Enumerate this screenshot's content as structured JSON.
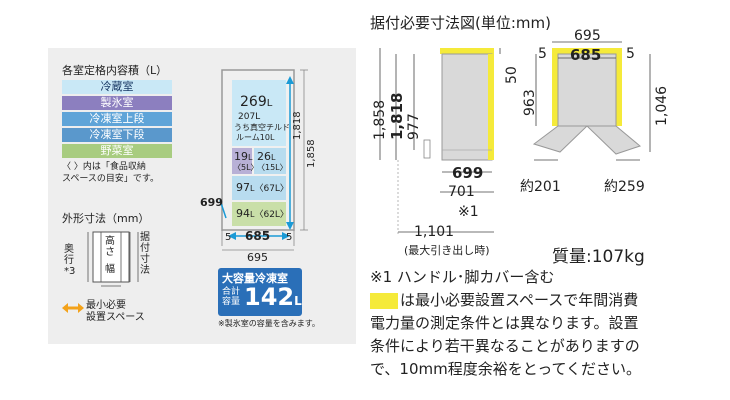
{
  "colors": {
    "fridge_section": "#c9e8f6",
    "ice_section": "#b8b0d6",
    "freezer_upper": "#5fa4d8",
    "freezer_lower": "#5a98cc",
    "vegetable_section": "#a8cc80",
    "installation_space": "#f5ea3a",
    "badge_blue": "#2a6fb8",
    "dim_arrow": "#1a9ad6",
    "space_arrow": "#f3a21a",
    "fridge_gray": "#d9d9d9"
  },
  "legend": {
    "title": "各室定格内容積（L）",
    "items": [
      {
        "label": "冷蔵室",
        "bg": "#c9e8f6",
        "fg": "#1a3a66"
      },
      {
        "label": "製氷室",
        "bg": "#8c7fbf",
        "fg": "#ffffff"
      },
      {
        "label": "冷凍室上段",
        "bg": "#5fa4d8",
        "fg": "#ffffff"
      },
      {
        "label": "冷凍室下段",
        "bg": "#5a98cc",
        "fg": "#ffffff"
      },
      {
        "label": "野菜室",
        "bg": "#a8cc80",
        "fg": "#ffffff"
      }
    ],
    "note_line1": "〈 〉内は「食品収納",
    "note_line2": "スペースの目安」です。"
  },
  "outer_dims": {
    "title": "外形寸法（mm）",
    "depth": "奥行*3",
    "height": "高さ",
    "width": "幅",
    "install": "据付寸法",
    "space_label_1": "最小必要",
    "space_label_2": "設置スペース"
  },
  "fridge_front": {
    "fridge_main": "269",
    "fridge_unit": "L",
    "chilled_1": "207L",
    "chilled_2": "うち真空チルド",
    "chilled_3": "ルーム10L",
    "ice": "19",
    "ice_unit": "L",
    "ice_sub": "〈5L〉",
    "upper": "26",
    "upper_unit": "L",
    "upper_sub": "〈15L〉",
    "lower": "97",
    "lower_unit": "L",
    "lower_sub": "〈67L〉",
    "veg": "94",
    "veg_unit": "L",
    "veg_sub": "〈62L〉",
    "height_inner": "1,818",
    "height_outer": "1,858",
    "depth": "699",
    "width_inner": "685",
    "side_left": "5",
    "side_right": "5",
    "width_outer": "695"
  },
  "badge": {
    "title": "大容量冷凍室",
    "total_1": "合計",
    "total_2": "容量",
    "value": "142",
    "unit": "L",
    "note": "※製氷室の容量を含みます。"
  },
  "install_diagram": {
    "title": "据付必要寸法図(単位:mm)",
    "h_outer": "1,858",
    "h_inner": "1,818",
    "top_clear": "50",
    "door_h": "977",
    "depth": "699",
    "depth_handle": "701",
    "handle_note": "※1",
    "pull_out": "1,101",
    "pull_out_note": "(最大引き出し時)",
    "w_outer": "695",
    "side_l": "5",
    "w_inner": "685",
    "side_r": "5",
    "depth_top": "963",
    "depth_door": "1,046",
    "swing_left": "約201",
    "swing_right": "約259",
    "weight": "質量:107kg"
  },
  "notes": {
    "note1": "※1 ハンドル･脚カバー含む",
    "line1": "は最小必要設置スペースで年間消費",
    "line2": "電力量の測定条件とは異なります。設置",
    "line3": "条件により若干異なることがありますの",
    "line4": "で、10mm程度余裕をとってください。"
  }
}
